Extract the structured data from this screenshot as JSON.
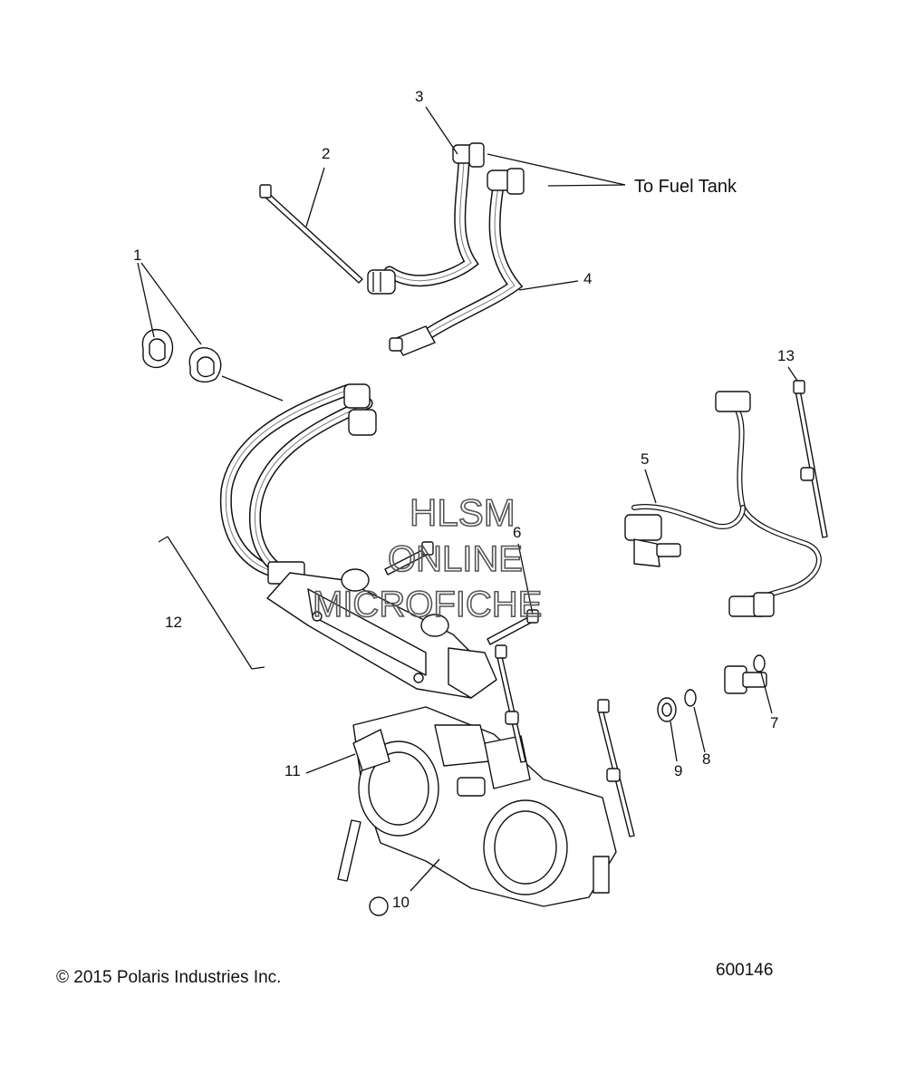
{
  "diagram": {
    "callouts": [
      {
        "id": "c1",
        "label": "1"
      },
      {
        "id": "c2",
        "label": "2"
      },
      {
        "id": "c3",
        "label": "3"
      },
      {
        "id": "c4",
        "label": "4"
      },
      {
        "id": "c5",
        "label": "5"
      },
      {
        "id": "c6",
        "label": "6"
      },
      {
        "id": "c7",
        "label": "7"
      },
      {
        "id": "c8",
        "label": "8"
      },
      {
        "id": "c9",
        "label": "9"
      },
      {
        "id": "c10",
        "label": "10"
      },
      {
        "id": "c11",
        "label": "11"
      },
      {
        "id": "c12",
        "label": "12"
      },
      {
        "id": "c13",
        "label": "13"
      }
    ],
    "fuel_tank_note": "To Fuel Tank",
    "watermark": [
      "HLSM",
      "ONLINE",
      "MICROFICHE"
    ],
    "copyright": "© 2015 Polaris Industries Inc.",
    "figure_number": "600146"
  }
}
